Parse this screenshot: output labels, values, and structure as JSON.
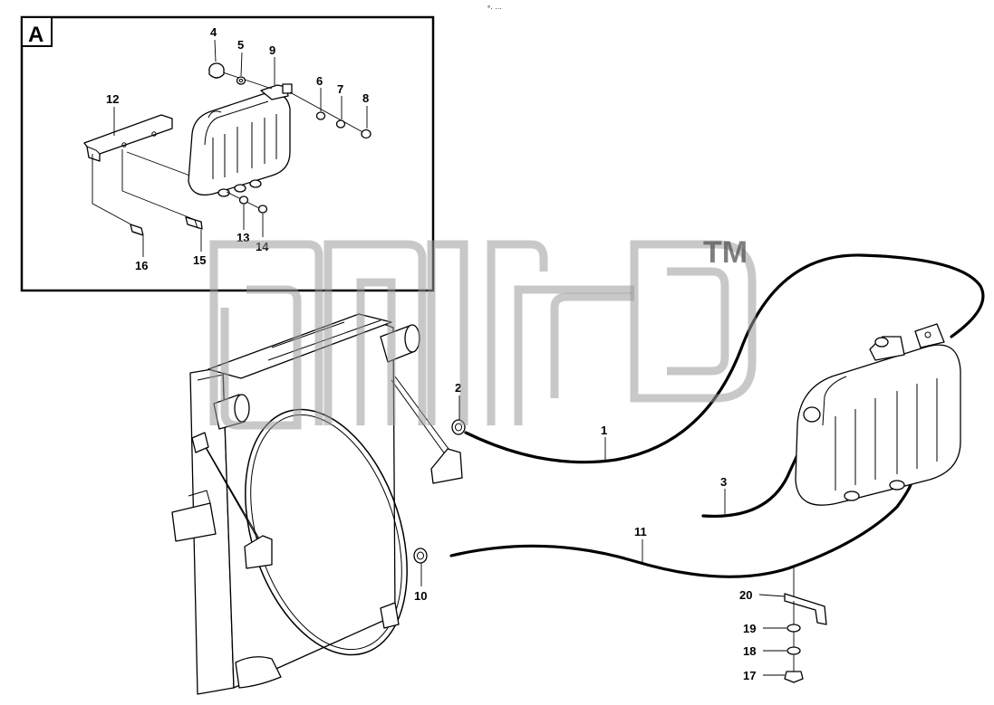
{
  "detail_view": {
    "label": "A"
  },
  "header_mark": {
    "text": "°· ···"
  },
  "watermark": {
    "trademark": "TM"
  },
  "callouts": {
    "c1": "1",
    "c2": "2",
    "c3": "3",
    "c4": "4",
    "c5": "5",
    "c6": "6",
    "c7": "7",
    "c8": "8",
    "c9": "9",
    "c10": "10",
    "c11": "11",
    "c12": "12",
    "c13": "13",
    "c14": "14",
    "c15": "15",
    "c16": "16",
    "c17": "17",
    "c18": "18",
    "c19": "19",
    "c20": "20"
  }
}
